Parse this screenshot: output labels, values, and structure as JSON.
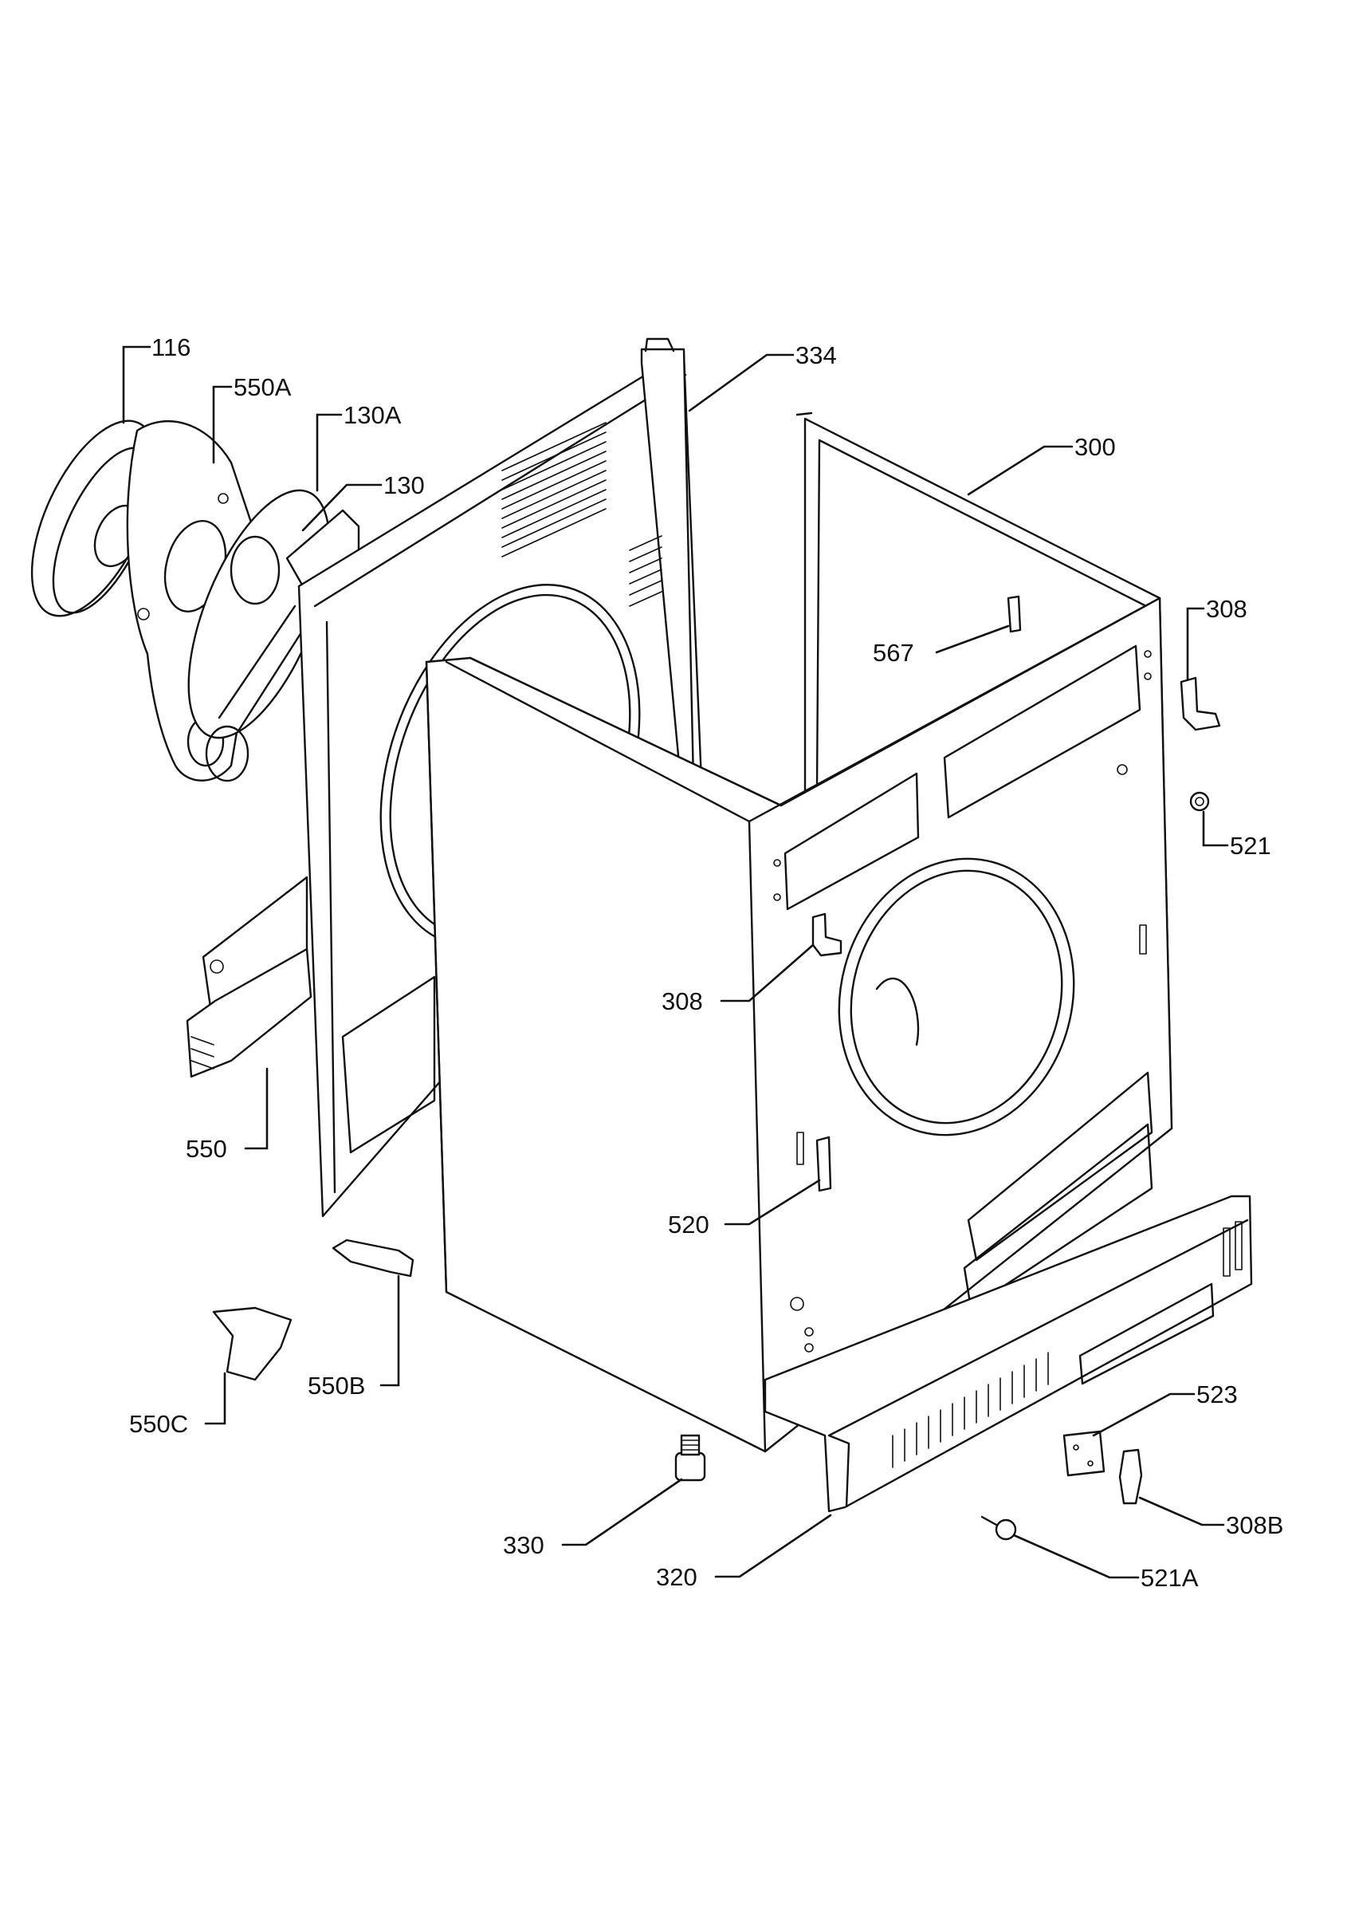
{
  "labels": {
    "p116": "116",
    "p550A": "550A",
    "p130A": "130A",
    "p130": "130",
    "p334": "334",
    "p300": "300",
    "p567": "567",
    "p308_right": "308",
    "p521": "521",
    "p308_center": "308",
    "p550": "550",
    "p520": "520",
    "p550B": "550B",
    "p550C": "550C",
    "p523": "523",
    "p330": "330",
    "p308B": "308B",
    "p320": "320",
    "p521A": "521A"
  }
}
